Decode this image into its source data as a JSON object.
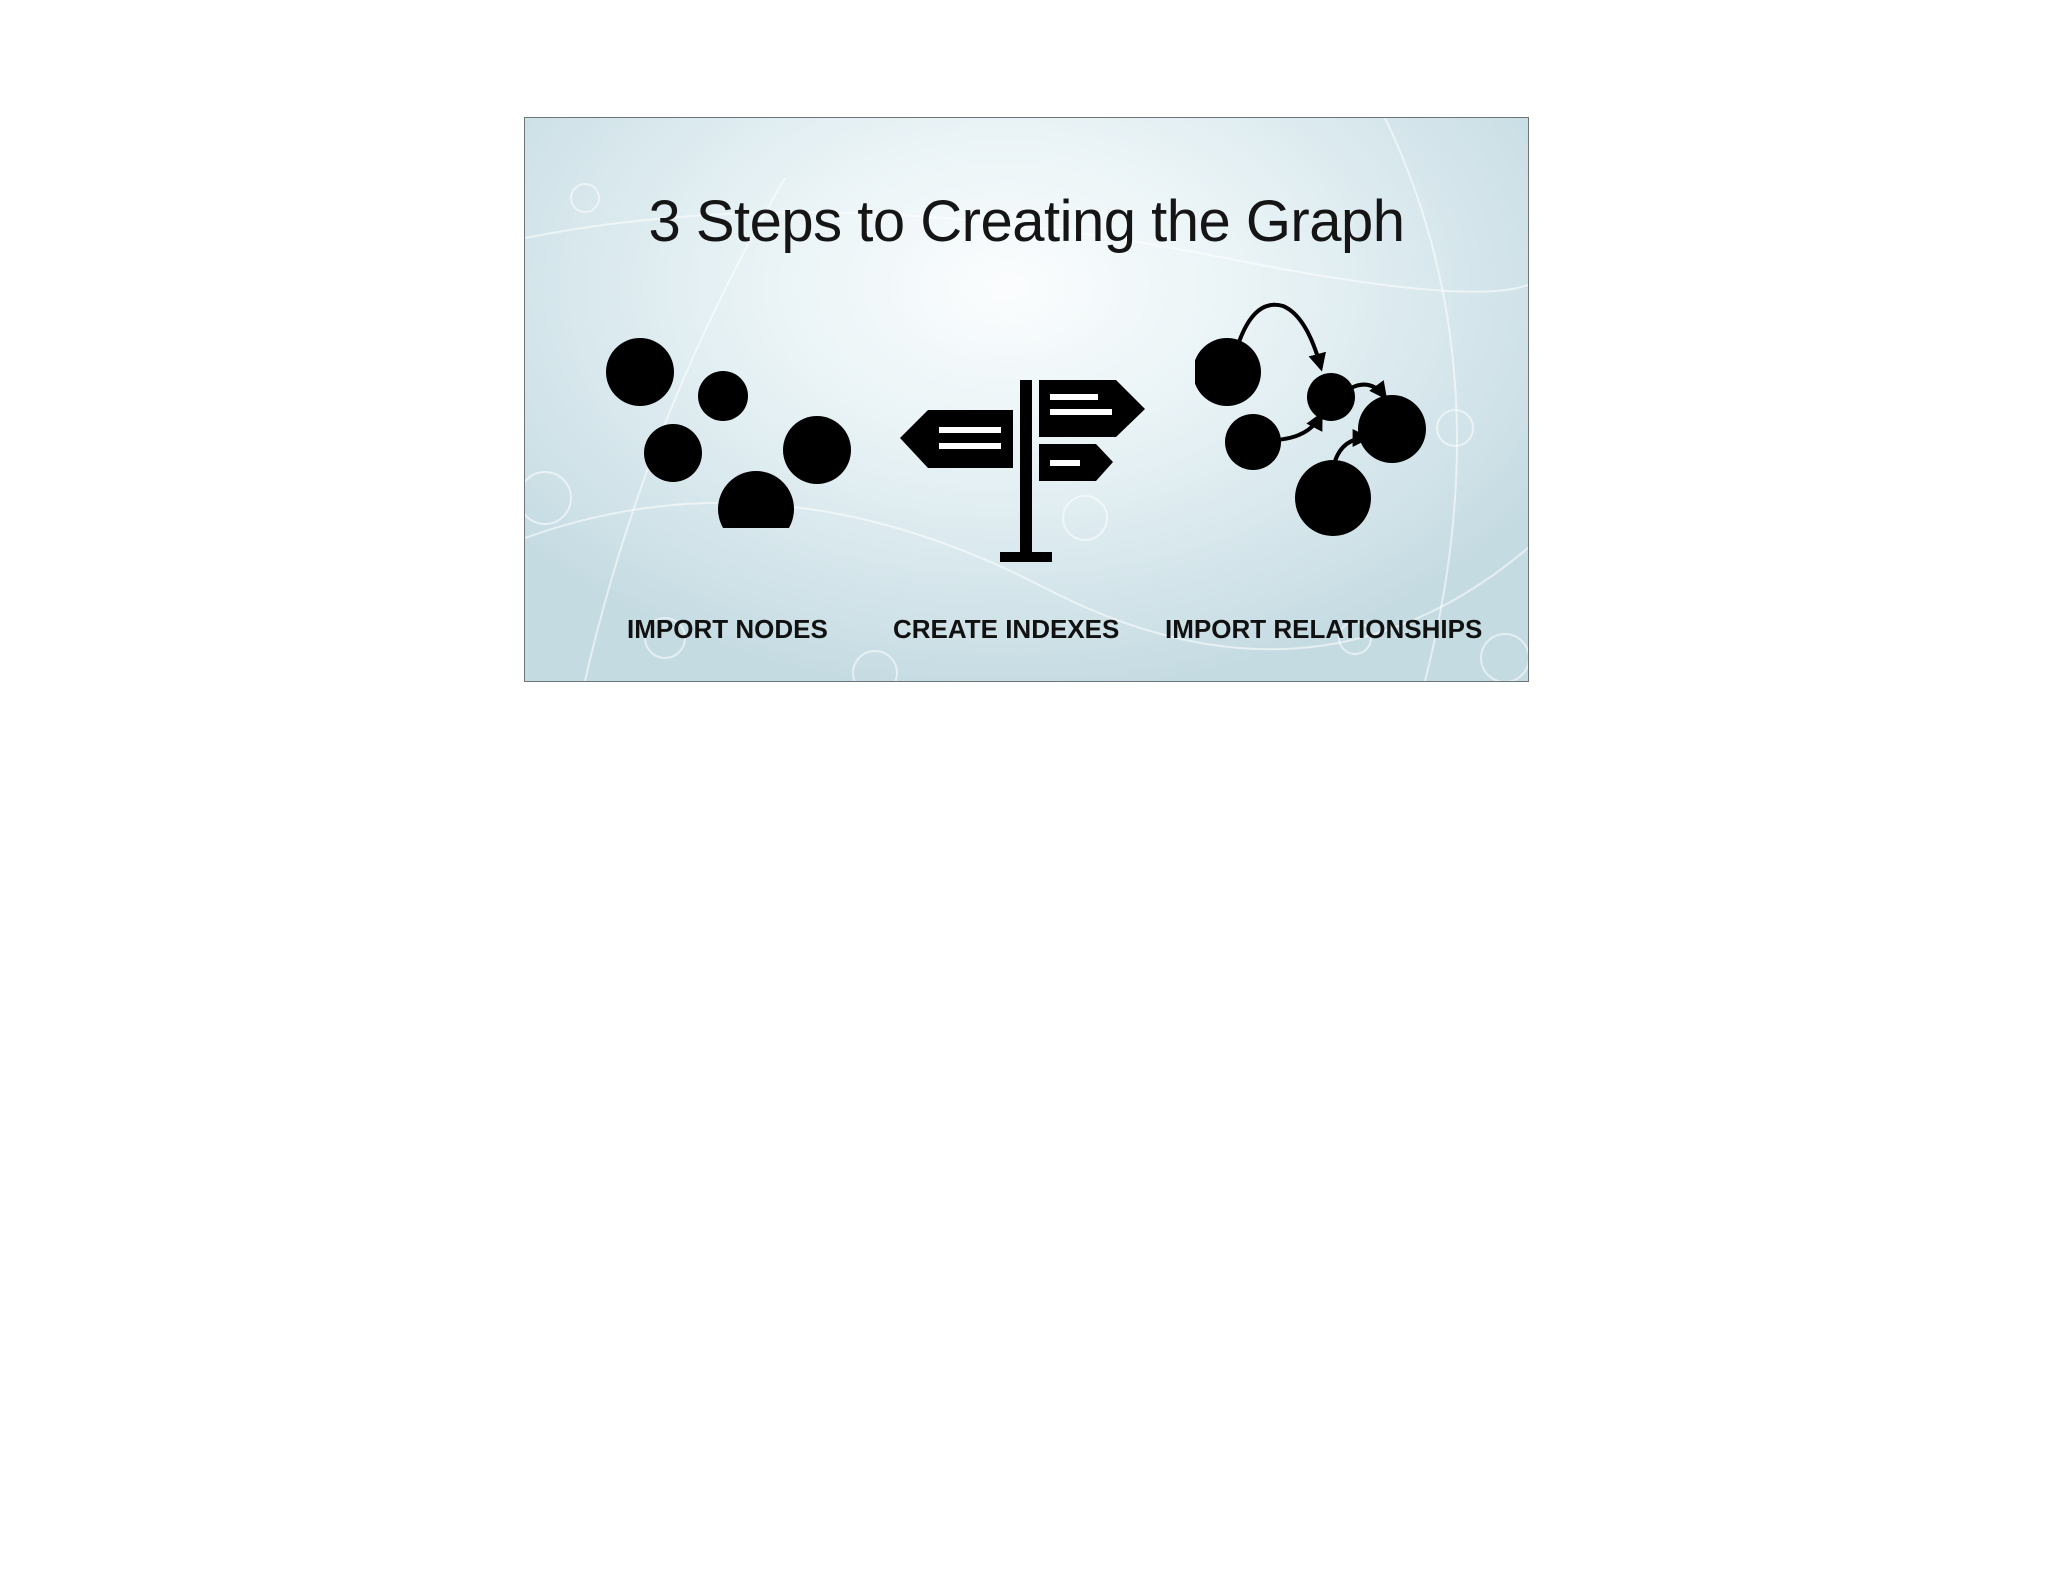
{
  "slide": {
    "title": "3 Steps to Creating the Graph",
    "steps": [
      {
        "label": "IMPORT NODES",
        "icon": "nodes-icon"
      },
      {
        "label": "CREATE INDEXES",
        "icon": "signpost-icon"
      },
      {
        "label": "IMPORT RELATIONSHIPS",
        "icon": "graph-relationships-icon"
      }
    ],
    "colors": {
      "background": "#ffffff",
      "slide_gradient_center": "#fbfdfe",
      "slide_gradient_edge": "#c5dbe2",
      "icon": "#000000",
      "text": "#151515"
    }
  }
}
